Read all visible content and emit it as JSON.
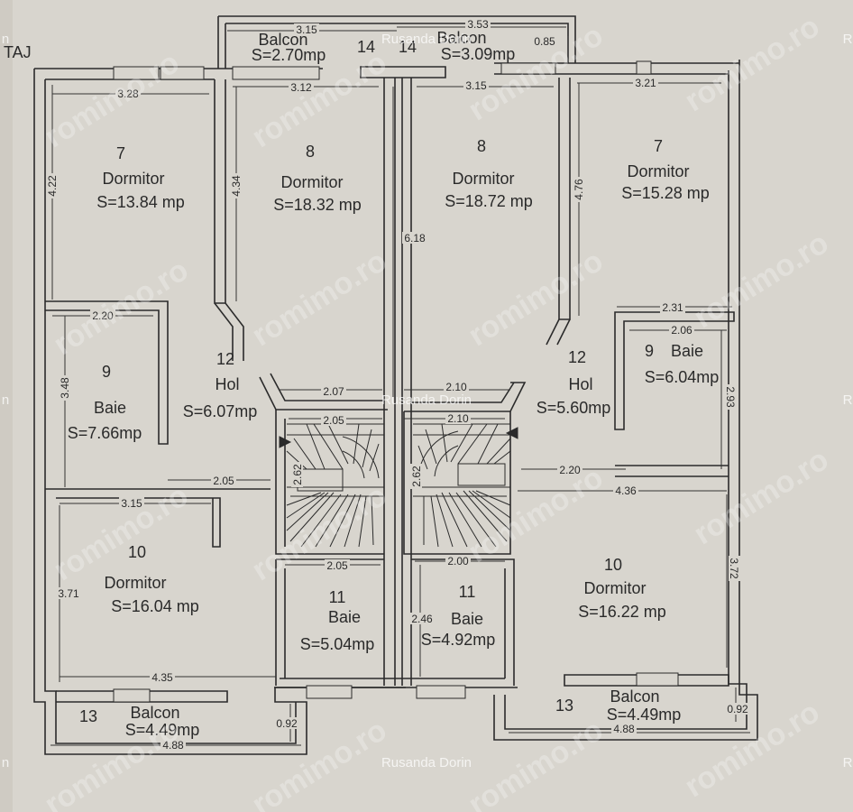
{
  "floor_label": "TAJ",
  "watermarks": {
    "author": "Rusanda Dorin",
    "site": "romimo.ro",
    "edge_r": "R",
    "edge_n": "n"
  },
  "rooms": {
    "balcon_top_left": {
      "num": "14",
      "name": "Balcon",
      "area": "S=2.70mp"
    },
    "balcon_top_right": {
      "num": "14",
      "name": "Balcon",
      "area": "S=3.09mp"
    },
    "dorm7_left": {
      "num": "7",
      "name": "Dormitor",
      "area": "S=13.84 mp"
    },
    "dorm8_left": {
      "num": "8",
      "name": "Dormitor",
      "area": "S=18.32 mp"
    },
    "dorm8_right": {
      "num": "8",
      "name": "Dormitor",
      "area": "S=18.72 mp"
    },
    "dorm7_right": {
      "num": "7",
      "name": "Dormitor",
      "area": "S=15.28 mp"
    },
    "baie9_left": {
      "num": "9",
      "name": "Baie",
      "area": "S=7.66mp"
    },
    "hol12_left": {
      "num": "12",
      "name": "Hol",
      "area": "S=6.07mp"
    },
    "hol12_right": {
      "num": "12",
      "name": "Hol",
      "area": "S=5.60mp"
    },
    "baie9_right": {
      "num": "9",
      "name": "Baie",
      "area": "S=6.04mp"
    },
    "dorm10_left": {
      "num": "10",
      "name": "Dormitor",
      "area": "S=16.04 mp"
    },
    "baie11_left": {
      "num": "11",
      "name": "Baie",
      "area": "S=5.04mp"
    },
    "baie11_right": {
      "num": "11",
      "name": "Baie",
      "area": "S=4.92mp"
    },
    "dorm10_right": {
      "num": "10",
      "name": "Dormitor",
      "area": "S=16.22 mp"
    },
    "balcon13_left": {
      "num": "13",
      "name": "Balcon",
      "area": "S=4.49mp"
    },
    "balcon13_right": {
      "num": "13",
      "name": "Balcon",
      "area": "S=4.49mp"
    }
  },
  "dims": {
    "d315_top": "3.15",
    "d353_top": "3.53",
    "d085": "0.85",
    "d328": "3.28",
    "d312": "3.12",
    "d315_b": "3.15",
    "d321": "3.21",
    "d422": "4.22",
    "d434": "4.34",
    "d618": "6.18",
    "d476": "4.76",
    "d220_l": "2.20",
    "d348": "3.48",
    "d231": "2.31",
    "d206": "2.06",
    "d293": "2.93",
    "d207": "2.07",
    "d210_a": "2.10",
    "d205_a": "2.05",
    "d210_b": "2.10",
    "d262_l": "2.62",
    "d262_r": "2.62",
    "d205_b": "2.05",
    "d220_r": "2.20",
    "d315_c": "3.15",
    "d436": "4.36",
    "d371": "3.71",
    "d372": "3.72",
    "d205_c": "2.05",
    "d200": "2.00",
    "d246": "2.46",
    "d435": "4.35",
    "d092_l": "0.92",
    "d092_r": "0.92",
    "d488_l": "4.88",
    "d488_r": "4.88"
  }
}
